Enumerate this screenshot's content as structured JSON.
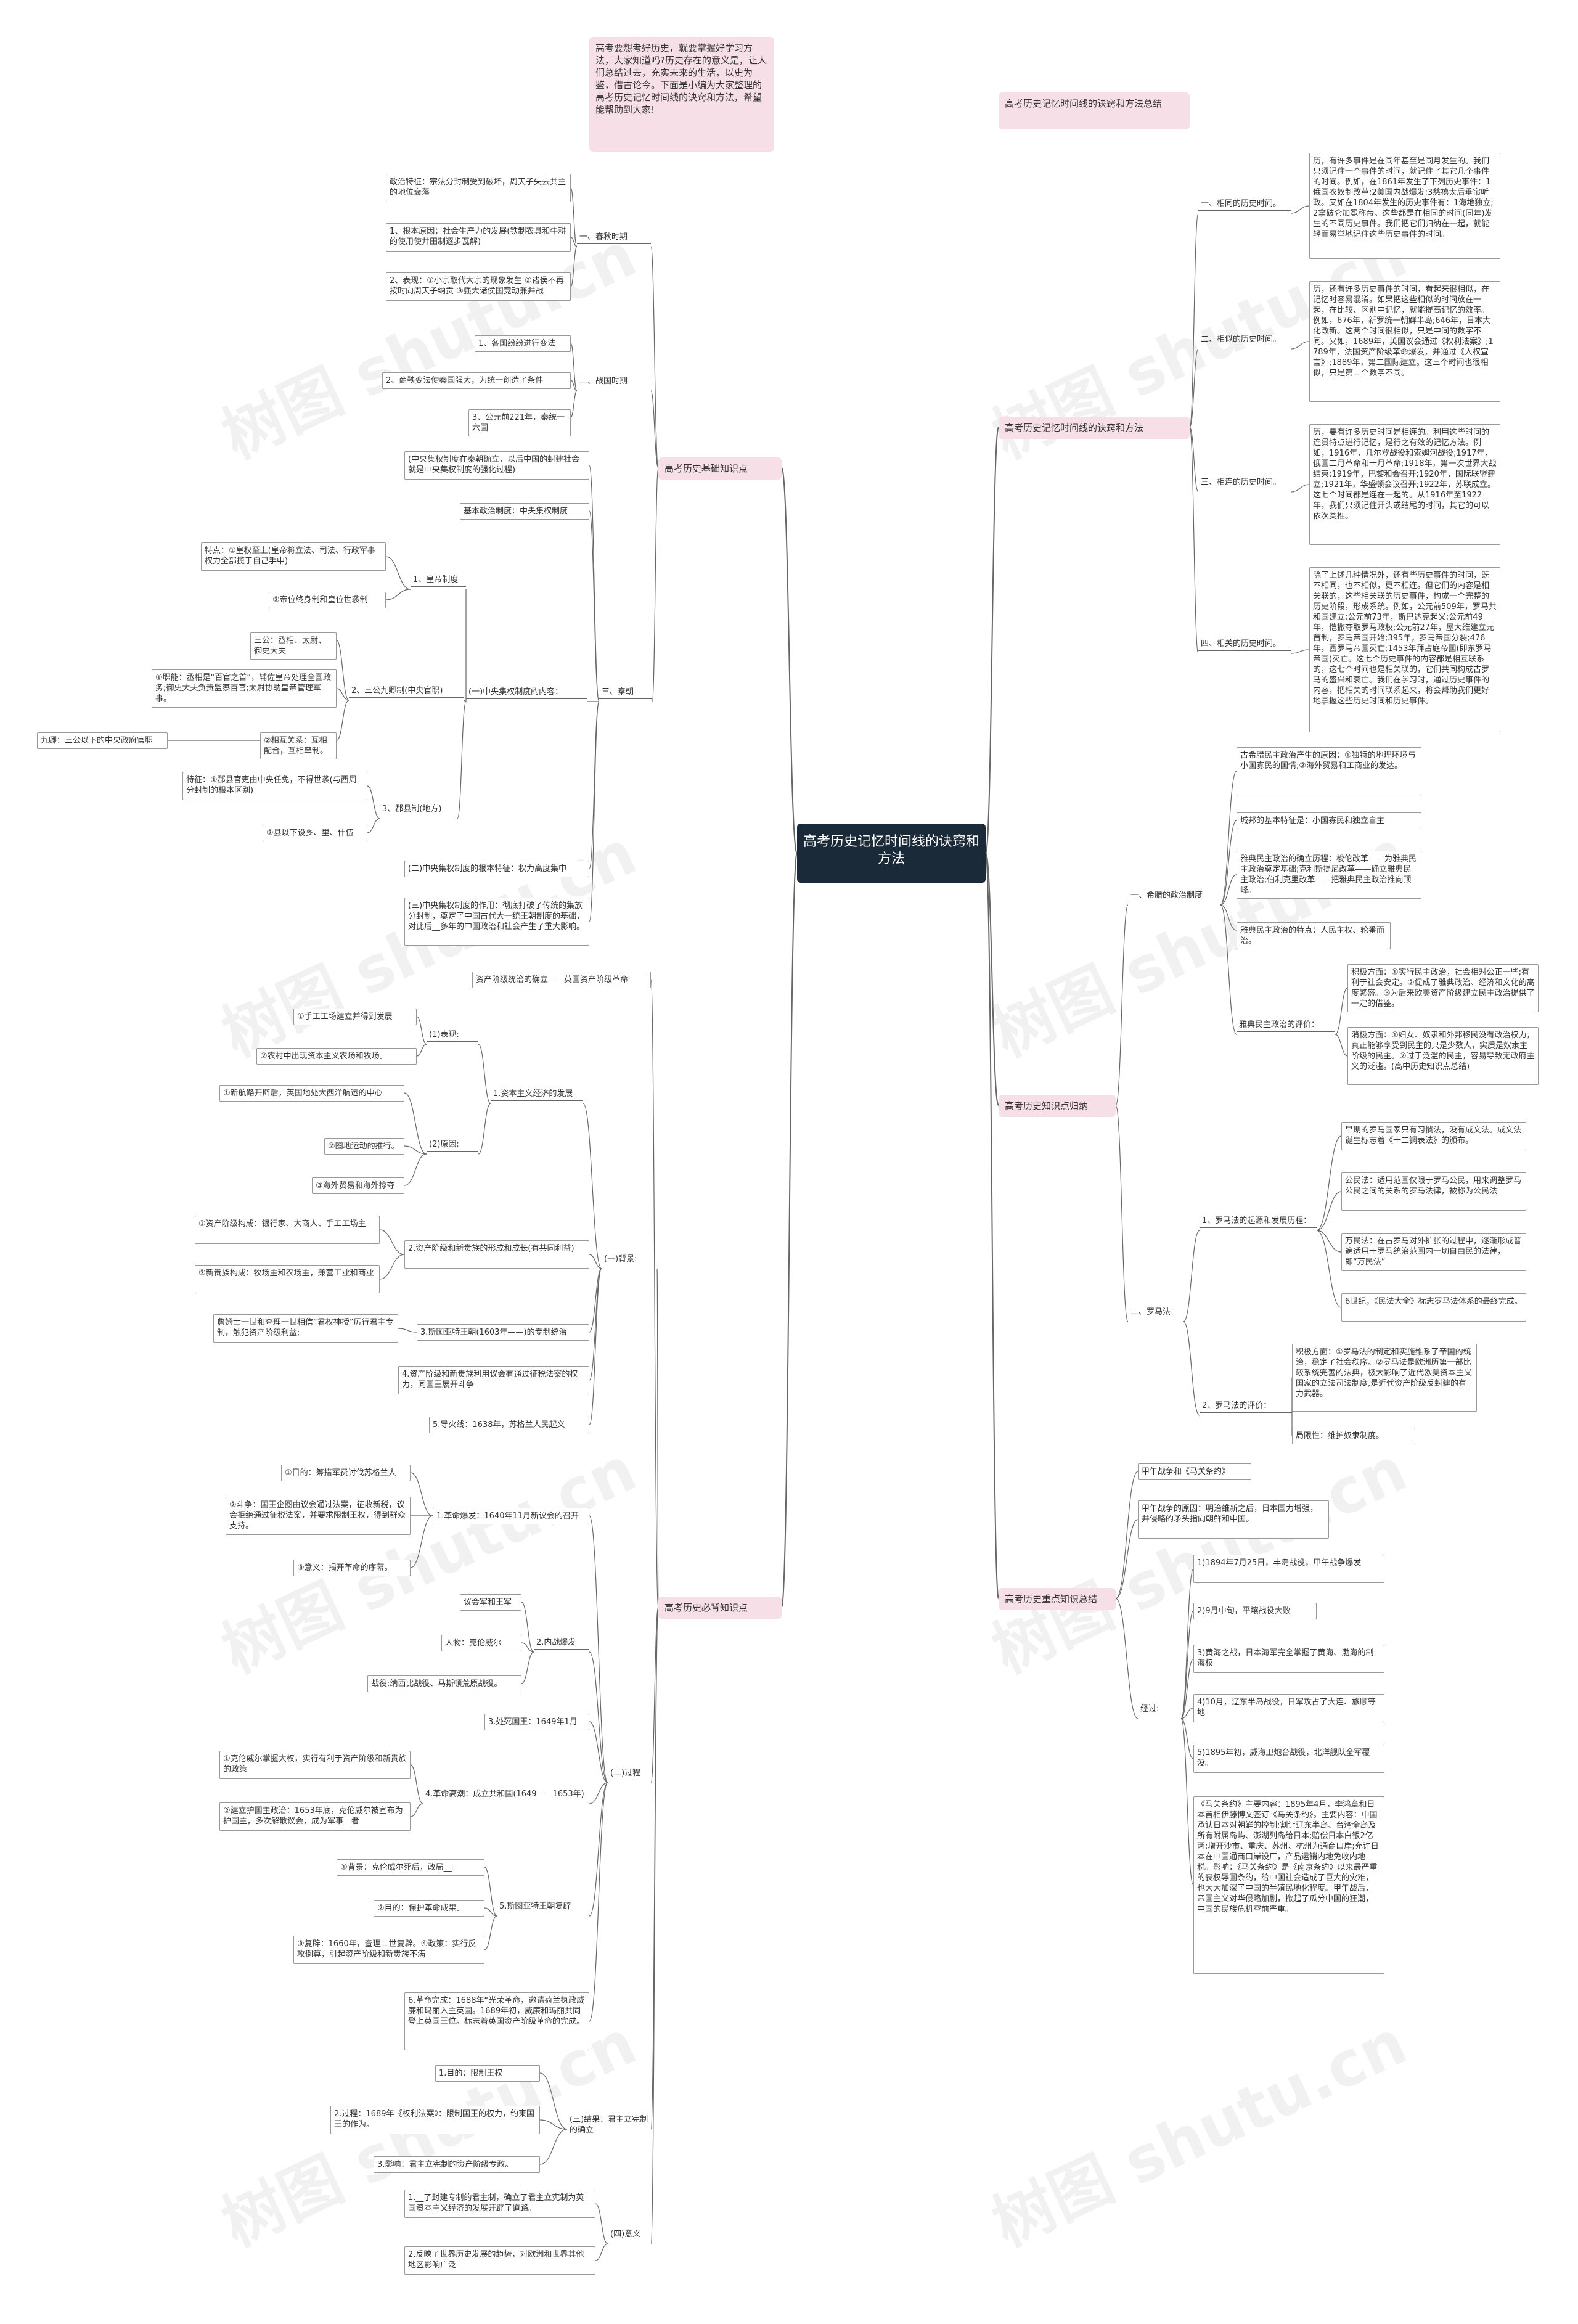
{
  "center": "高考历史记忆时间线的诀窍和方法",
  "watermark": "树图 shutu.cn",
  "colors": {
    "center_bg": "#1b2a38",
    "branch_bg": "#f7dfe8",
    "line": "#666666"
  },
  "nodes": {
    "intro": "高考要想考好历史，就要掌握好学习方法，大家知道吗?历史存在的意义是，让人们总结过去，充实未来的生活，以史为鉴，借古论今。下面是小编为大家整理的高考历史记忆时间线的诀窍和方法，希望能帮助到大家!",
    "base": "高考历史基础知识点",
    "chunqiu": "一、春秋时期",
    "cq1": "政治特征：宗法分封制受到破坏，周天子失去共主的地位衰落",
    "cq2": "1、根本原因：社会生产力的发展(铁制农具和牛耕的使用使井田制逐步瓦解)",
    "cq3": "2、表现：①小宗取代大宗的现象发生 ②诸侯不再按时向周天子纳贡 ③强大诸侯国竞动兼并战",
    "zhanguo": "二、战国时期",
    "zg1": "1、各国纷纷进行变法",
    "zg2": "2、商鞅变法使秦国强大，为统一创造了条件",
    "zg3": "3、公元前221年，秦统一六国",
    "qinchao": "三、秦朝",
    "qc0": "(中央集权制度在秦朝确立，以后中国的封建社会就是中央集权制度的强化过程)",
    "qc1": "基本政治制度：中央集权制度",
    "qc2": "(一)中央集权制度的内容：",
    "hd": "1、皇帝制度",
    "hd1": "特点：①皇权至上(皇帝将立法、司法、行政军事权力全部揽于自己手中)",
    "hd2": "②帝位终身制和皇位世袭制",
    "sg": "2、三公九卿制(中央官职)",
    "sg1": "三公：丞相、太尉、御史大夫",
    "sg2": "①职能：丞相是“百官之首”，辅佐皇帝处理全国政务;御史大夫负责监察百官;太尉协助皇帝管理军事。",
    "sg3": "②相互关系：互相配合，互相牵制。",
    "sg4": "九卿：三公以下的中央政府官职",
    "jx": "3、郡县制(地方)",
    "jx1": "特征：①郡县官吏由中央任免，不得世袭(与西周分封制的根本区别)",
    "jx2": "②县以下设乡、里、什伍",
    "qc3": "(二)中央集权制度的根本特征：权力高度集中",
    "qc4": "(三)中央集权制度的作用：彻底打破了传统的集族分封制，奠定了中国古代大一统王朝制度的基础，对此后__多年的中国政治和社会产生了重大影响。",
    "must": "高考历史必背知识点",
    "m0": "资产阶级统治的确立——英国资产阶级革命",
    "bj": "(一)背景:",
    "bj1": "1.资本主义经济的发展",
    "bx": "(1)表现:",
    "bx1": "①手工工场建立并得到发展",
    "bx2": "②农村中出现资本主义农场和牧场。",
    "yy": "(2)原因:",
    "yy1": "①新航路开辟后，英国地处大西洋航运的中心",
    "yy2": "②圈地运动的推行。",
    "yy3": "③海外贸易和海外掠夺",
    "bj2": "2.资产阶级和新贵族的形成和成长(有共同利益)",
    "bj2a": "①资产阶级构成：银行家、大商人、手工工场主",
    "bj2b": "②新贵族构成：牧场主和农场主，兼营工业和商业",
    "bj3": "3.斯图亚特王朝(1603年——)的专制统治",
    "bj3a": "詹姆士一世和查理一世相信“君权神授”厉行君主专制，触犯资产阶级利益;",
    "bj4": "4.资产阶级和新贵族利用议会有通过征税法案的权力，同国王展开斗争",
    "bj5": "5.导火线：1638年，苏格兰人民起义",
    "gc": "(二)过程",
    "gc1": "1.革命爆发：1640年11月新议会的召开",
    "gc1a": "①目的：筹措军费讨伐苏格兰人",
    "gc1b": "②斗争：国王企图由议会通过法案，征收新税，议会拒绝通过征税法案，并要求限制王权，得到群众支持。",
    "gc1c": "③意义：揭开革命的序幕。",
    "gc2": "2.内战爆发",
    "gc2a": "议会军和王军",
    "gc2b": "人物：克伦威尔",
    "gc2c": "战役:纳西比战役、马斯顿荒原战役。",
    "gc3": "3.处死国王：1649年1月",
    "gc4": "4.革命高潮：成立共和国(1649——1653年)",
    "gc4a": "①克伦威尔掌握大权，实行有利于资产阶级和新贵族的政策",
    "gc4b": "②建立护国主政治：1653年底，克伦威尔被宣布为护国主，多次解散议会，成为军事__者",
    "gc5": "5.斯图亚特王朝复辟",
    "gc5a": "①背景：克伦威尔死后，政局__。",
    "gc5b": "②目的：保护革命成果。",
    "gc5c": "③复辟：1660年，查理二世复辟。④政策：实行反攻倒算，引起资产阶级和新贵族不满",
    "gc6": "6.革命完成：1688年“光荣革命，邀请荷兰执政威廉和玛丽入主英国。1689年初，威廉和玛丽共同登上英国王位。标志着英国资产阶级革命的完成。",
    "jg": "(三)结果：君主立宪制的确立",
    "jg1": "1.目的：限制王权",
    "jg2": "2.过程：1689年《权利法案》：限制国王的权力，约束国王的作为。",
    "jg3": "3.影响：君主立宪制的资产阶级专政。",
    "yy_": "(四)意义",
    "yi1": "1.__了封建专制的君主制，确立了君主立宪制为英国资本主义经济的发展开辟了道路。",
    "yi2": "2.反映了世界历史发展的趋势，对欧洲和世界其他地区影响广泛",
    "rt1": "高考历史记忆时间线的诀窍和方法总结",
    "rt2": "高考历史记忆时间线的诀窍和方法",
    "r1": "一、相同的历史时间。",
    "r1t": "历，有许多事件是在同年甚至是同月发生的。我们只须记住一个事件的时间，就记住了其它几个事件的时间。例如，在1861年发生了下列历史事件：1俄国农奴制改革;2美国内战爆发;3慈禧太后垂帘听政。又如在1804年发生的历史事件有：1海地独立;2拿破仑加冕称帝。这些都是在相同的时间(同年)发生的不同历史事件。我们把它们归纳在一起，就能轻而易举地记住这些历史事件的时间。",
    "r2": "二、相似的历史时间。",
    "r2t": "历，还有许多历史事件的时间，看起来很相似，在记忆时容易混淆。如果把这些相似的时间放在一起，在比较、区别中记忆，就能提高记忆的效率。例如，676年，新罗统一朝鲜半岛;646年，日本大化改新。这两个时间很相似，只是中间的数字不同。又如，1689年，英国议会通过《权利法案》;1789年，法国资产阶级革命爆发，并通过《人权宣言》;1889年，第二国际建立。这三个时间也很相似，只是第二个数字不同。",
    "r3": "三、相连的历史时间。",
    "r3t": "历，要有许多历史时间是相连的。利用这些时间的连贯特点进行记忆，是行之有效的记忆方法。例如，1916年，几尔登战役和索姆河战役;1917年，俄国二月革命和十月革命;1918年，第一次世界大战结束;1919年，巴黎和会召开;1920年，国际联盟建立;1921年，华盛顿会议召开;1922年，苏联成立。这七个时间都是连在一起的。从1916年至1922年，我们只须记住开头或结尾的时间，其它的可以依次类推。",
    "r4": "四、相关的历史时间。",
    "r4t": "除了上述几种情况外，还有些历史事件的时间，既不相同，也不相似，更不相连。但它们的内容是相关联的，这些相关联的历史事件，构成一个完整的历史阶段，形成系统。例如，公元前509年，罗马共和国建立;公元前73年，斯巴达克起义;公元前49年，恺撒夺取罗马政权;公元前27年，屋大维建立元首制，罗马帝国开始;395年，罗马帝国分裂;476年，西罗马帝国灭亡;1453年拜占庭帝国(即东罗马帝国)灭亡。这七个历史事件的内容都是相互联系的，这七个时间也是相关联的，它们共同构成古罗马的盛兴和衰亡。我们在学习时，通过历史事件的内容，把相关的时间联系起来，将会帮助我们更好地掌握这些历史时间和历史事件。",
    "rk": "高考历史知识点归纳",
    "xl": "一、希腊的政治制度",
    "xl1": "古希腊民主政治产生的原因：①独特的地理环境与小国寡民的国情;②海外贸易和工商业的发达。",
    "xl2": "城邦的基本特征是：小国寡民和独立自主",
    "xl3": "雅典民主政治的确立历程：梭伦改革——为雅典民主政治奠定基础;克利斯提尼改革——确立雅典民主政治;伯利克里改革——把雅典民主政治推向顶峰。",
    "xl4": "雅典民主政治的特点：人民主权、轮番而治。",
    "xl5": "雅典民主政治的评价：",
    "xl5a": "积极方面：①实行民主政治，社会相对公正一些;有利于社会安定。②促成了雅典政治、经济和文化的高度繁盛。③为后来欧美资产阶级建立民主政治提供了一定的借鉴。",
    "xl5b": "消极方面：①妇女、奴隶和外邦移民没有政治权力，真正能够享受到民主的只是少数人，实质是奴隶主阶级的民主。②过于泛滥的民主，容易导致无政府主义的泛滥。(高中历史知识点总结)",
    "lm": "二、罗马法",
    "lm1": "1、罗马法的起源和发展历程：",
    "lm1a": "早期的罗马国家只有习惯法，没有成文法。成文法诞生标志着《十二铜表法》的颁布。",
    "lm1b": "公民法：适用范围仅限于罗马公民，用来调整罗马公民之间的关系的罗马法律，被称为公民法",
    "lm1c": "万民法：在古罗马对外扩张的过程中，逐渐形成普遍适用于罗马统治范围内一切自由民的法律，即“万民法”",
    "lm1d": "6世纪，《民法大全》标志罗马法体系的最终完成。",
    "lm2": "2、罗马法的评价：",
    "lm2a": "积极方面：①罗马法的制定和实施维系了帝国的统治，稳定了社会秩序。②罗马法是欧洲历第一部比较系统完善的法典，极大影响了近代欧美资本主义国家的立法司法制度,是近代资产阶级反封建的有力武器。",
    "lm2b": "局限性：维护奴隶制度。",
    "rz": "高考历史重点知识总结",
    "jw": "甲午战争和《马关条约》",
    "jw1": "甲午战争的原因：明治维新之后，日本国力增强，并侵略的矛头指向朝鲜和中国。",
    "jg_": "经过:",
    "jp1": "1)1894年7月25日，丰岛战役，甲午战争爆发",
    "jp2": "2)9月中旬，平壤战役大败",
    "jp3": "3)黄海之战，日本海军完全掌握了黄海、渤海的制海权",
    "jp4": "4)10月，辽东半岛战役，日军攻占了大连、旅顺等地",
    "jp5": "5)1895年初，威海卫炮台战役，北洋舰队全军覆没。",
    "jp6": "《马关条约》主要内容：1895年4月，李鸿章和日本首相伊藤博文签订《马关条约》。主要内容：中国承认日本对朝鲜的控制;割让辽东半岛、台湾全岛及所有附属岛屿、澎湖列岛给日本;赔偿日本白银2亿两;增开沙市、重庆、苏州、杭州为通商口岸;允许日本在中国通商口岸设厂，产品运销内地免收内地税。影响：《马关条约》是《南京条约》以来最严重的丧权辱国条约，给中国社会造成了巨大的灾难，也大大加深了中国的半殖民地化程度。甲午战后，帝国主义对华侵略加剧，掀起了瓜分中国的狂潮，中国的民族危机空前严重。"
  }
}
